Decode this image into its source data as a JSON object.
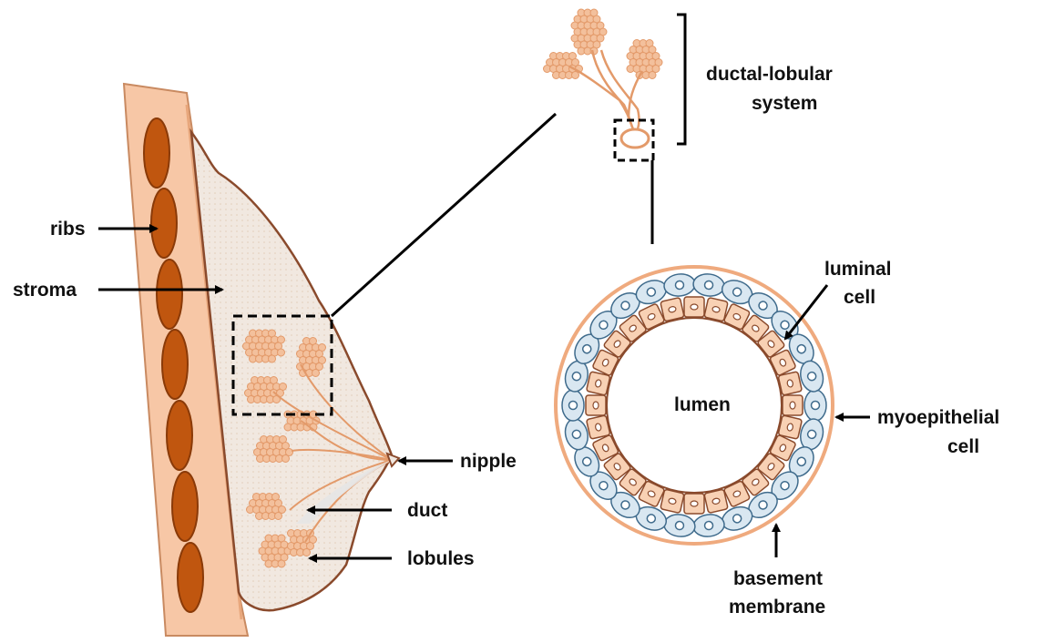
{
  "labels": {
    "ribs": "ribs",
    "stroma": "stroma",
    "nipple": "nipple",
    "duct": "duct",
    "lobules": "lobules",
    "ductal_lobular_line1": "ductal-lobular",
    "ductal_lobular_line2": "system",
    "luminal_line1": "luminal",
    "luminal_line2": "cell",
    "lumen": "lumen",
    "myoepithelial_line1": "myoepithelial",
    "myoepithelial_line2": "cell",
    "basement_line1": "basement",
    "basement_line2": "membrane"
  },
  "colors": {
    "chest_wall": "#f7c7a6",
    "chest_wall_outline": "#c98a61",
    "rib": "#c0560f",
    "rib_outline": "#8a3a08",
    "stroma": "#f1e8e0",
    "breast_outline": "#8a4a2c",
    "lobule": "#f3c09c",
    "lobule_outline": "#e39a6a",
    "luminal_cell": "#f8d1b4",
    "luminal_outline": "#8a4a2c",
    "myoepithelial_cell": "#d9e7f1",
    "myoepithelial_outline": "#3f6b8c",
    "basement_membrane": "#efaa7e",
    "line": "#000000"
  },
  "counts": {
    "ribs": 7,
    "luminal_cells": 28,
    "myoepithelial_cells": 26
  }
}
